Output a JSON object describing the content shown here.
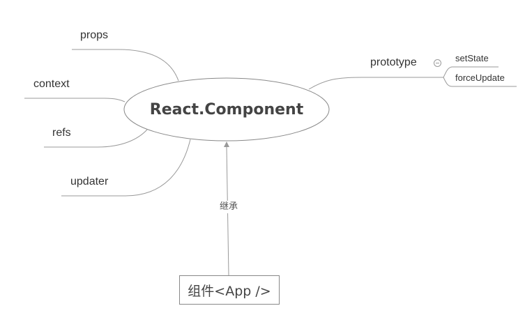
{
  "central": {
    "label": "React.Component"
  },
  "branches_left": [
    {
      "label": "props"
    },
    {
      "label": "context"
    },
    {
      "label": "refs"
    },
    {
      "label": "updater"
    }
  ],
  "branch_right": {
    "label": "prototype",
    "collapse_icon": "collapse-minus-icon",
    "children": [
      {
        "label": "setState"
      },
      {
        "label": "forceUpdate"
      }
    ]
  },
  "inheritance": {
    "edge_label": "继承",
    "child_label": "组件<App />"
  },
  "colors": {
    "line": "#999999",
    "text": "#333333",
    "node_border": "#888888",
    "background": "#ffffff"
  }
}
